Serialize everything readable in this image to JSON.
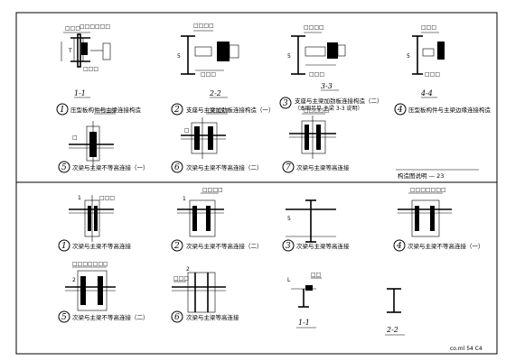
{
  "sheet": {
    "row1": [
      {
        "num": "1",
        "section": "1-1",
        "caption": "压型板构件与主梁连接构造"
      },
      {
        "num": "2",
        "section": "2-2",
        "caption": "支座与主梁加劲板连接构造（一）"
      },
      {
        "num": "3",
        "section": "3-3",
        "caption": "支座与主梁加劲板连接构造（二）"
      },
      {
        "num": "4",
        "section": "4-4",
        "caption": "压型板构件与主梁边缘连接构造"
      }
    ],
    "row2": [
      {
        "num": "5",
        "caption": "次梁与主梁不等高连接（一）"
      },
      {
        "num": "6",
        "caption": "次梁与主梁不等高连接（二）"
      },
      {
        "num": "7",
        "caption": "次梁与主梁等高连接"
      }
    ],
    "row3": [
      {
        "num": "1",
        "caption": "次梁与主梁不等高连接"
      },
      {
        "num": "2",
        "caption": "次梁与主梁不等高连接（二）"
      },
      {
        "num": "3",
        "caption": "次梁与主梁等高连接"
      },
      {
        "num": "4",
        "caption": "次梁与主梁不等高连接（一）"
      }
    ],
    "row4": [
      {
        "num": "5",
        "caption": "次梁与主梁不等高连接（二）"
      },
      {
        "num": "6",
        "caption": "次梁与主梁等高连接"
      }
    ],
    "sections_bottom": [
      "1-1",
      "2-2"
    ],
    "mid_title": "构造图说明 — 23",
    "corner_stamp": "co.ml 54    C4"
  }
}
